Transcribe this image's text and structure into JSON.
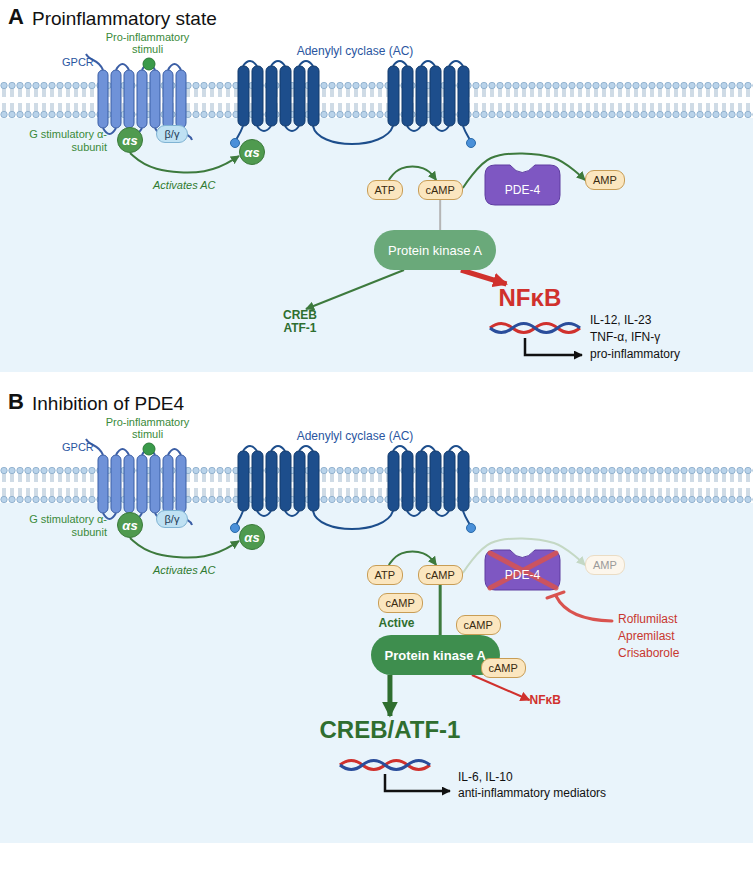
{
  "diagram": {
    "nodes": [
      {
        "text": [
          "GPCR"
        ]
      },
      {
        "text": [
          "αs"
        ]
      },
      {
        "text": [
          "β/γ"
        ]
      },
      {
        "text": [
          "Adenylyl cyclase (AC)"
        ]
      },
      {
        "text": [
          "αs"
        ]
      },
      {
        "text": [
          "ATP"
        ]
      },
      {
        "text": [
          "cAMP"
        ]
      },
      {
        "text": [
          "PDE-4"
        ]
      },
      {
        "text": [
          "AMP"
        ]
      },
      {
        "text": [
          "Protein kinase A"
        ]
      },
      {
        "text": [
          "CREB ATF-1"
        ]
      },
      {
        "text": [
          "NFκB"
        ]
      },
      {
        "text": [
          "GPCR"
        ]
      },
      {
        "text": [
          "αs"
        ]
      },
      {
        "text": [
          "β/γ"
        ]
      },
      {
        "text": [
          "Adenylyl cyclase (AC)"
        ]
      },
      {
        "text": [
          "αs"
        ]
      },
      {
        "text": [
          "ATP"
        ]
      },
      {
        "text": [
          "cAMP"
        ]
      },
      {
        "text": [
          "PDE-4"
        ]
      },
      {
        "text": [
          "AMP"
        ]
      },
      {
        "text": [
          "cAMP"
        ]
      },
      {
        "text": [
          "cAMP"
        ]
      },
      {
        "text": [
          "Active",
          "Protein kinase A"
        ]
      },
      {
        "text": [
          "cAMP"
        ]
      },
      {
        "text": [
          "NFκB"
        ]
      },
      {
        "text": [
          "CREB/ATF-1"
        ]
      }
    ],
    "edges": [
      {
        "from": 1,
        "to": 4,
        "label": "Activates AC",
        "arrow": "to"
      },
      {
        "from": 5,
        "to": 6,
        "arrow": "to"
      },
      {
        "from": 6,
        "to": 8,
        "arrow": "to"
      },
      {
        "from": 6,
        "to": 9,
        "arrow": "none"
      },
      {
        "from": 9,
        "to": 10,
        "arrow": "to"
      },
      {
        "from": 9,
        "to": 11,
        "arrow": "to"
      },
      {
        "from": 13,
        "to": 16,
        "label": "Activates AC",
        "arrow": "to"
      },
      {
        "from": 17,
        "to": 18,
        "arrow": "to"
      },
      {
        "from": 18,
        "to": 20,
        "arrow": "to"
      },
      {
        "from": 18,
        "to": 23,
        "arrow": "none"
      },
      {
        "from": 23,
        "to": 26,
        "arrow": "to"
      },
      {
        "from": 23,
        "to": 25,
        "arrow": "to"
      }
    ],
    "labels": [
      "A",
      "Proinflammatory state",
      "Pro-inflammatory stimuli",
      "G stimulatory α-subunit",
      "IL-12, IL-23",
      "TNF-α, IFN-γ",
      "pro-inflammatory",
      "B",
      "Inhibition of PDE4",
      "Pro-inflammatory stimuli",
      "G stimulatory α-subunit",
      "Roflumilast",
      "Apremilast",
      "Crisaborole",
      "IL-6, IL-10",
      "anti-inflammatory mediators"
    ]
  }
}
